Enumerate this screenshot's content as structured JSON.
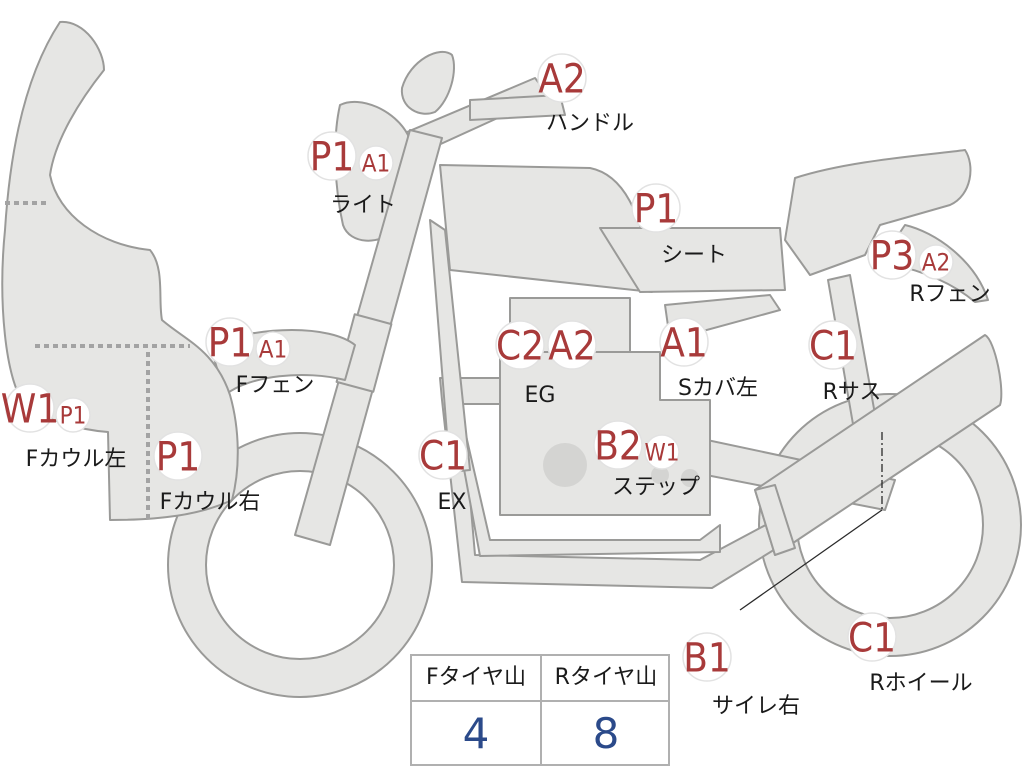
{
  "colors": {
    "badge_text": "#a83a3a",
    "label_text": "#1a1a1a",
    "tire_value": "#2b4a8a",
    "bike_fill": "#e6e6e4"
  },
  "parts": [
    {
      "id": "handle",
      "label": "ハンドル",
      "codes": [
        {
          "code": "A2",
          "size": "large"
        }
      ]
    },
    {
      "id": "light",
      "label": "ライト",
      "codes": [
        {
          "code": "P1",
          "size": "large"
        },
        {
          "code": "A1",
          "size": "small"
        }
      ]
    },
    {
      "id": "seat",
      "label": "シート",
      "codes": [
        {
          "code": "P1",
          "size": "large"
        }
      ]
    },
    {
      "id": "r-fender",
      "label": "Rフェン",
      "codes": [
        {
          "code": "P3",
          "size": "large"
        },
        {
          "code": "A2",
          "size": "small"
        }
      ]
    },
    {
      "id": "f-fender",
      "label": "Fフェン",
      "codes": [
        {
          "code": "P1",
          "size": "large"
        },
        {
          "code": "A1",
          "size": "small"
        }
      ]
    },
    {
      "id": "engine",
      "label": "EG",
      "codes": [
        {
          "code": "C2",
          "size": "large"
        },
        {
          "code": "A2",
          "size": "large"
        }
      ]
    },
    {
      "id": "s-cover-left",
      "label": "Sカバ左",
      "codes": [
        {
          "code": "A1",
          "size": "large"
        }
      ]
    },
    {
      "id": "r-suspension",
      "label": "Rサス",
      "codes": [
        {
          "code": "C1",
          "size": "large"
        }
      ]
    },
    {
      "id": "f-cowl-left",
      "label": "Fカウル左",
      "codes": [
        {
          "code": "W1",
          "size": "large"
        },
        {
          "code": "P1",
          "size": "small"
        }
      ]
    },
    {
      "id": "f-cowl-right",
      "label": "Fカウル右",
      "codes": [
        {
          "code": "P1",
          "size": "large"
        }
      ]
    },
    {
      "id": "exhaust",
      "label": "EX",
      "codes": [
        {
          "code": "C1",
          "size": "large"
        }
      ]
    },
    {
      "id": "step",
      "label": "ステップ",
      "codes": [
        {
          "code": "B2",
          "size": "large"
        },
        {
          "code": "W1",
          "size": "small"
        }
      ]
    },
    {
      "id": "silencer-right",
      "label": "サイレ右",
      "codes": [
        {
          "code": "B1",
          "size": "large"
        }
      ]
    },
    {
      "id": "r-wheel",
      "label": "Rホイール",
      "codes": [
        {
          "code": "C1",
          "size": "large"
        }
      ]
    }
  ],
  "tire_tread": {
    "front_label": "Fタイヤ山",
    "front_value": "4",
    "rear_label": "Rタイヤ山",
    "rear_value": "8"
  }
}
